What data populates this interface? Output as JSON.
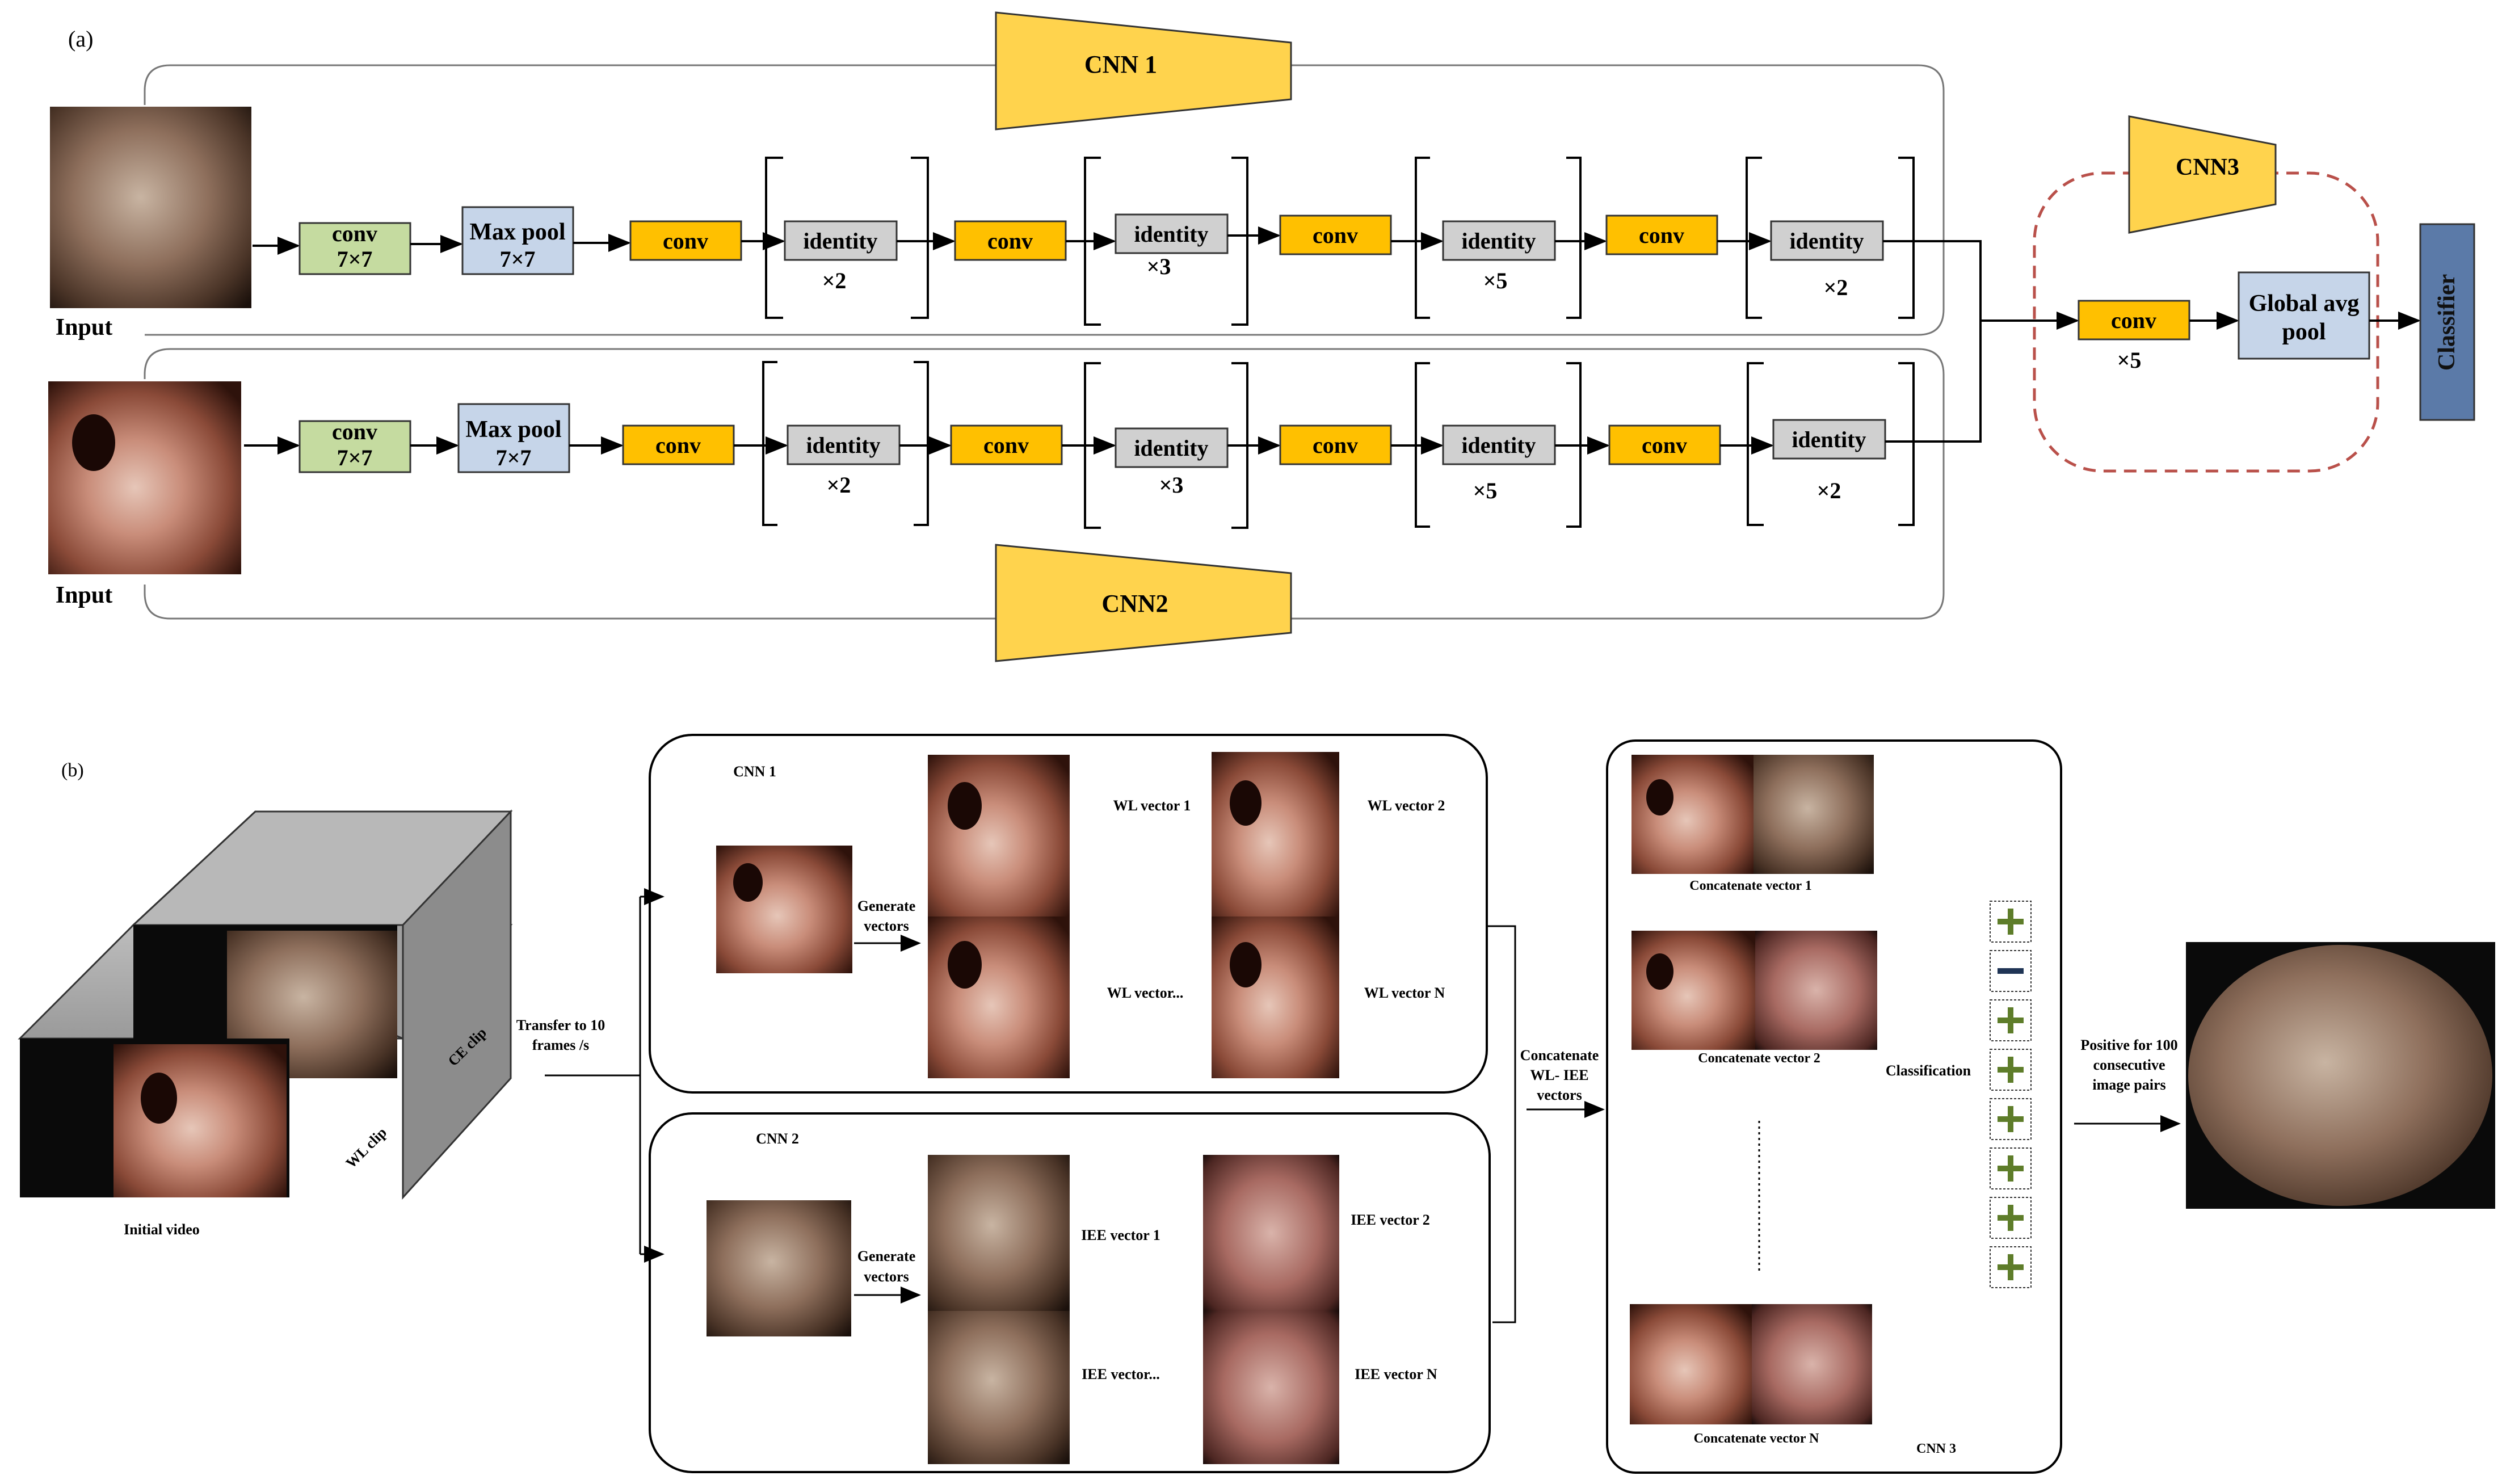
{
  "panel_a": {
    "label": "(a)",
    "cnn1_title": "CNN 1",
    "cnn2_title": "CNN2",
    "cnn3_title": "CNN3",
    "input_label": "Input",
    "conv": "conv",
    "k7": "7×7",
    "maxpool": "Max pool",
    "identity": "identity",
    "rep_x2": "×2",
    "rep_x3": "×3",
    "rep_x5": "×5",
    "global_avg_1": "Global avg",
    "global_avg_2": "pool",
    "classifier": "Classifier",
    "colors": {
      "conv7": "#c5dba0",
      "maxpool": "#c6d5e9",
      "conv": "#ffc000",
      "identity": "#d0d0d0",
      "trapezoid": "#ffd34d",
      "classifier": "#5b7aa8",
      "dashed": "#b9504a"
    }
  },
  "panel_b": {
    "label": "(b)",
    "ce_clip": "CE clip",
    "wl_clip": "WL clip",
    "initial_video": "Initial video",
    "transfer_1": "Transfer to 10",
    "transfer_2": "frames /s",
    "cnn1": "CNN 1",
    "cnn2": "CNN 2",
    "cnn3": "CNN 3",
    "generate_1": "Generate",
    "generate_2": "vectors",
    "wl_vector_1": "WL vector 1",
    "wl_vector_2": "WL vector 2",
    "wl_vector_dots": "WL vector...",
    "wl_vector_n": "WL vector N",
    "iee_vector_1": "IEE vector 1",
    "iee_vector_2": "IEE vector 2",
    "iee_vector_dots": "IEE vector...",
    "iee_vector_n": "IEE vector N",
    "concat_1": "Concatenate",
    "concat_2": "WL- IEE",
    "concat_3": "vectors",
    "concat_vector_1": "Concatenate vector 1",
    "concat_vector_2": "Concatenate vector 2",
    "concat_vector_n": "Concatenate vector N",
    "classification": "Classification",
    "positive_1": "Positive for 100",
    "positive_2": "consecutive",
    "positive_3": "image pairs"
  }
}
